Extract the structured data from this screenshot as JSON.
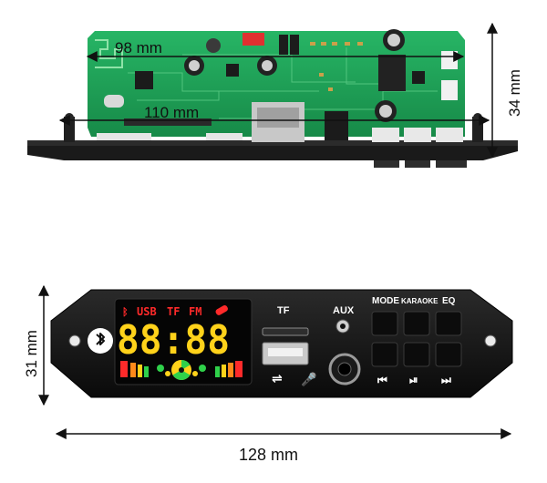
{
  "dimensions": {
    "board_width": "98 mm",
    "panel_width_top": "110 mm",
    "board_height": "34 mm",
    "panel_height": "31 mm",
    "panel_length": "128 mm"
  },
  "display": {
    "usb": "USB",
    "tf": "TF",
    "fm": "FM",
    "digits": "88:88"
  },
  "panel": {
    "tf_label": "TF",
    "aux_label": "AUX",
    "mode_label": "MODE",
    "karaoke_label": "KARAOKE",
    "eq_label": "EQ",
    "prev_symbol": "⏮",
    "play_pause_symbol": "⏯",
    "next_symbol": "⏭"
  },
  "icons": {
    "bluetooth": "bluetooth-icon",
    "usb": "usb-icon",
    "mic": "microphone-icon"
  },
  "colors": {
    "pcb_green": "#1fa35a",
    "display_red": "#ff2a2a",
    "display_yellow": "#ffd21a",
    "panel_black": "#111111"
  }
}
